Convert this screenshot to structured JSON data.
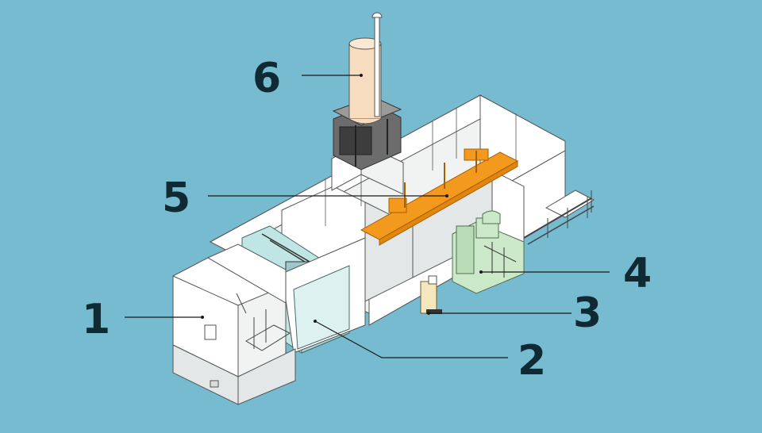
{
  "labels": [
    "1",
    "2",
    "3",
    "4",
    "5",
    "6"
  ],
  "colors": {
    "background": "#77BBD0",
    "label_text": "#0f2a33",
    "silo": "#F7DCC0",
    "crane": "#F39A1E",
    "cleaning_booth": "#BFE6E4",
    "processing_unit": "#CBE8C9",
    "small_unit": "#F4E7BC"
  }
}
